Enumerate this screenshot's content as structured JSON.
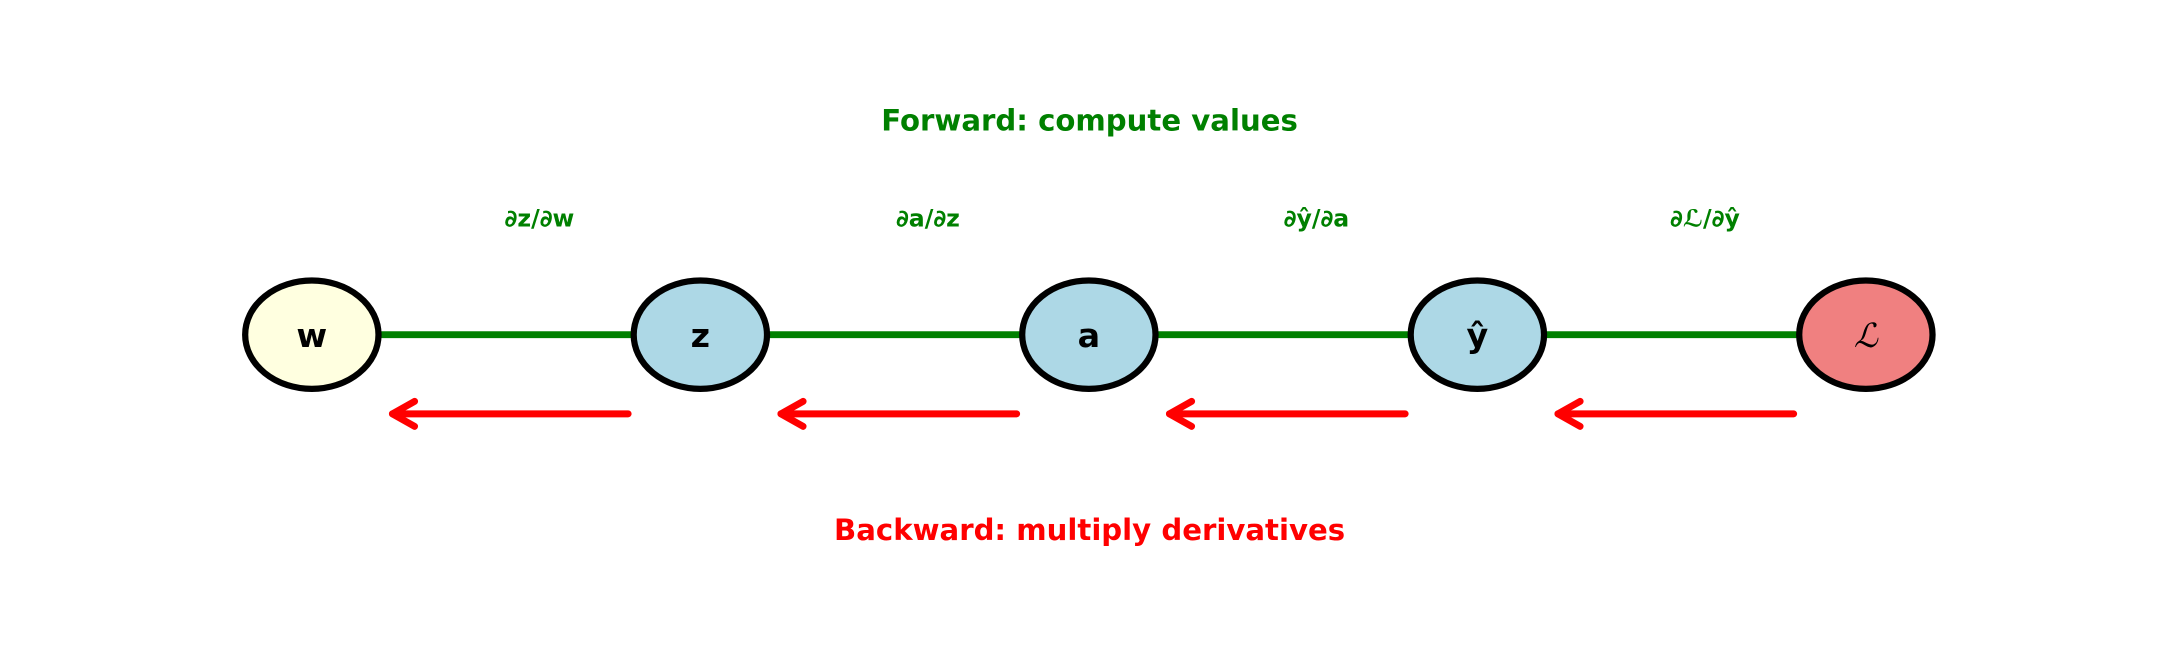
{
  "forward_title": "Forward: compute values",
  "backward_title": "Backward: multiply derivatives",
  "colors": {
    "forward": "#008000",
    "backward": "#ff0000",
    "input_node": "#ffffe0",
    "hidden_node": "#add8e6",
    "loss_node": "#f08080",
    "outline": "#000000"
  },
  "nodes": [
    {
      "id": "w",
      "label": "w",
      "kind": "input"
    },
    {
      "id": "z",
      "label": "z",
      "kind": "hidden"
    },
    {
      "id": "a",
      "label": "a",
      "kind": "hidden"
    },
    {
      "id": "yhat",
      "label": "ŷ",
      "kind": "hidden"
    },
    {
      "id": "loss",
      "label": "ℒ",
      "kind": "loss"
    }
  ],
  "edge_labels": [
    "∂z/∂w",
    "∂a/∂z",
    "∂ŷ/∂a",
    "∂ℒ/∂ŷ"
  ]
}
